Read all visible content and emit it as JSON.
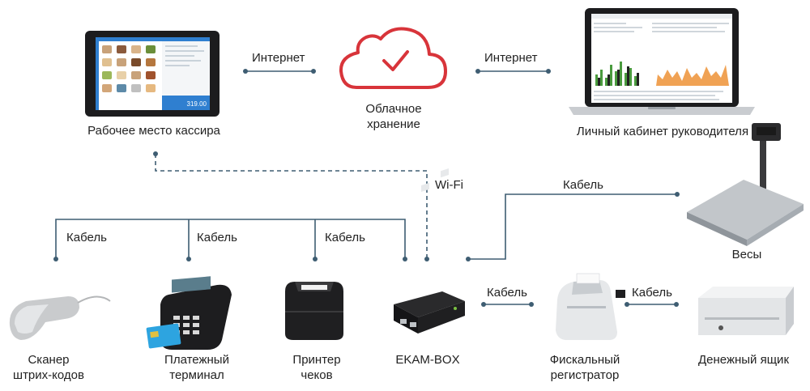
{
  "nodes": {
    "cashier": "Рабочее место кассира",
    "cloud_line1": "Облачное",
    "cloud_line2": "хранение",
    "manager": "Личный кабинет руководителя",
    "scales": "Весы",
    "scanner_line1": "Сканер",
    "scanner_line2": "штрих-кодов",
    "terminal_line1": "Платежный",
    "terminal_line2": "терминал",
    "printer_line1": "Принтер",
    "printer_line2": "чеков",
    "ekam": "EKAM-BOX",
    "fiscal_line1": "Фискальный",
    "fiscal_line2": "регистратор",
    "cashbox": "Денежный ящик"
  },
  "connections": {
    "internet_left": "Интернет",
    "internet_right": "Интернет",
    "wifi": "Wi-Fi",
    "cable_scales": "Кабель",
    "cable_scanner": "Кабель",
    "cable_terminal": "Кабель",
    "cable_printer": "Кабель",
    "cable_fiscal": "Кабель",
    "cable_cashbox": "Кабель"
  },
  "screens": {
    "tablet_total": "319.00"
  },
  "colors": {
    "line": "#3e5d72",
    "cloud": "#d8343a",
    "tablet_screen": "#2f7fd0"
  }
}
